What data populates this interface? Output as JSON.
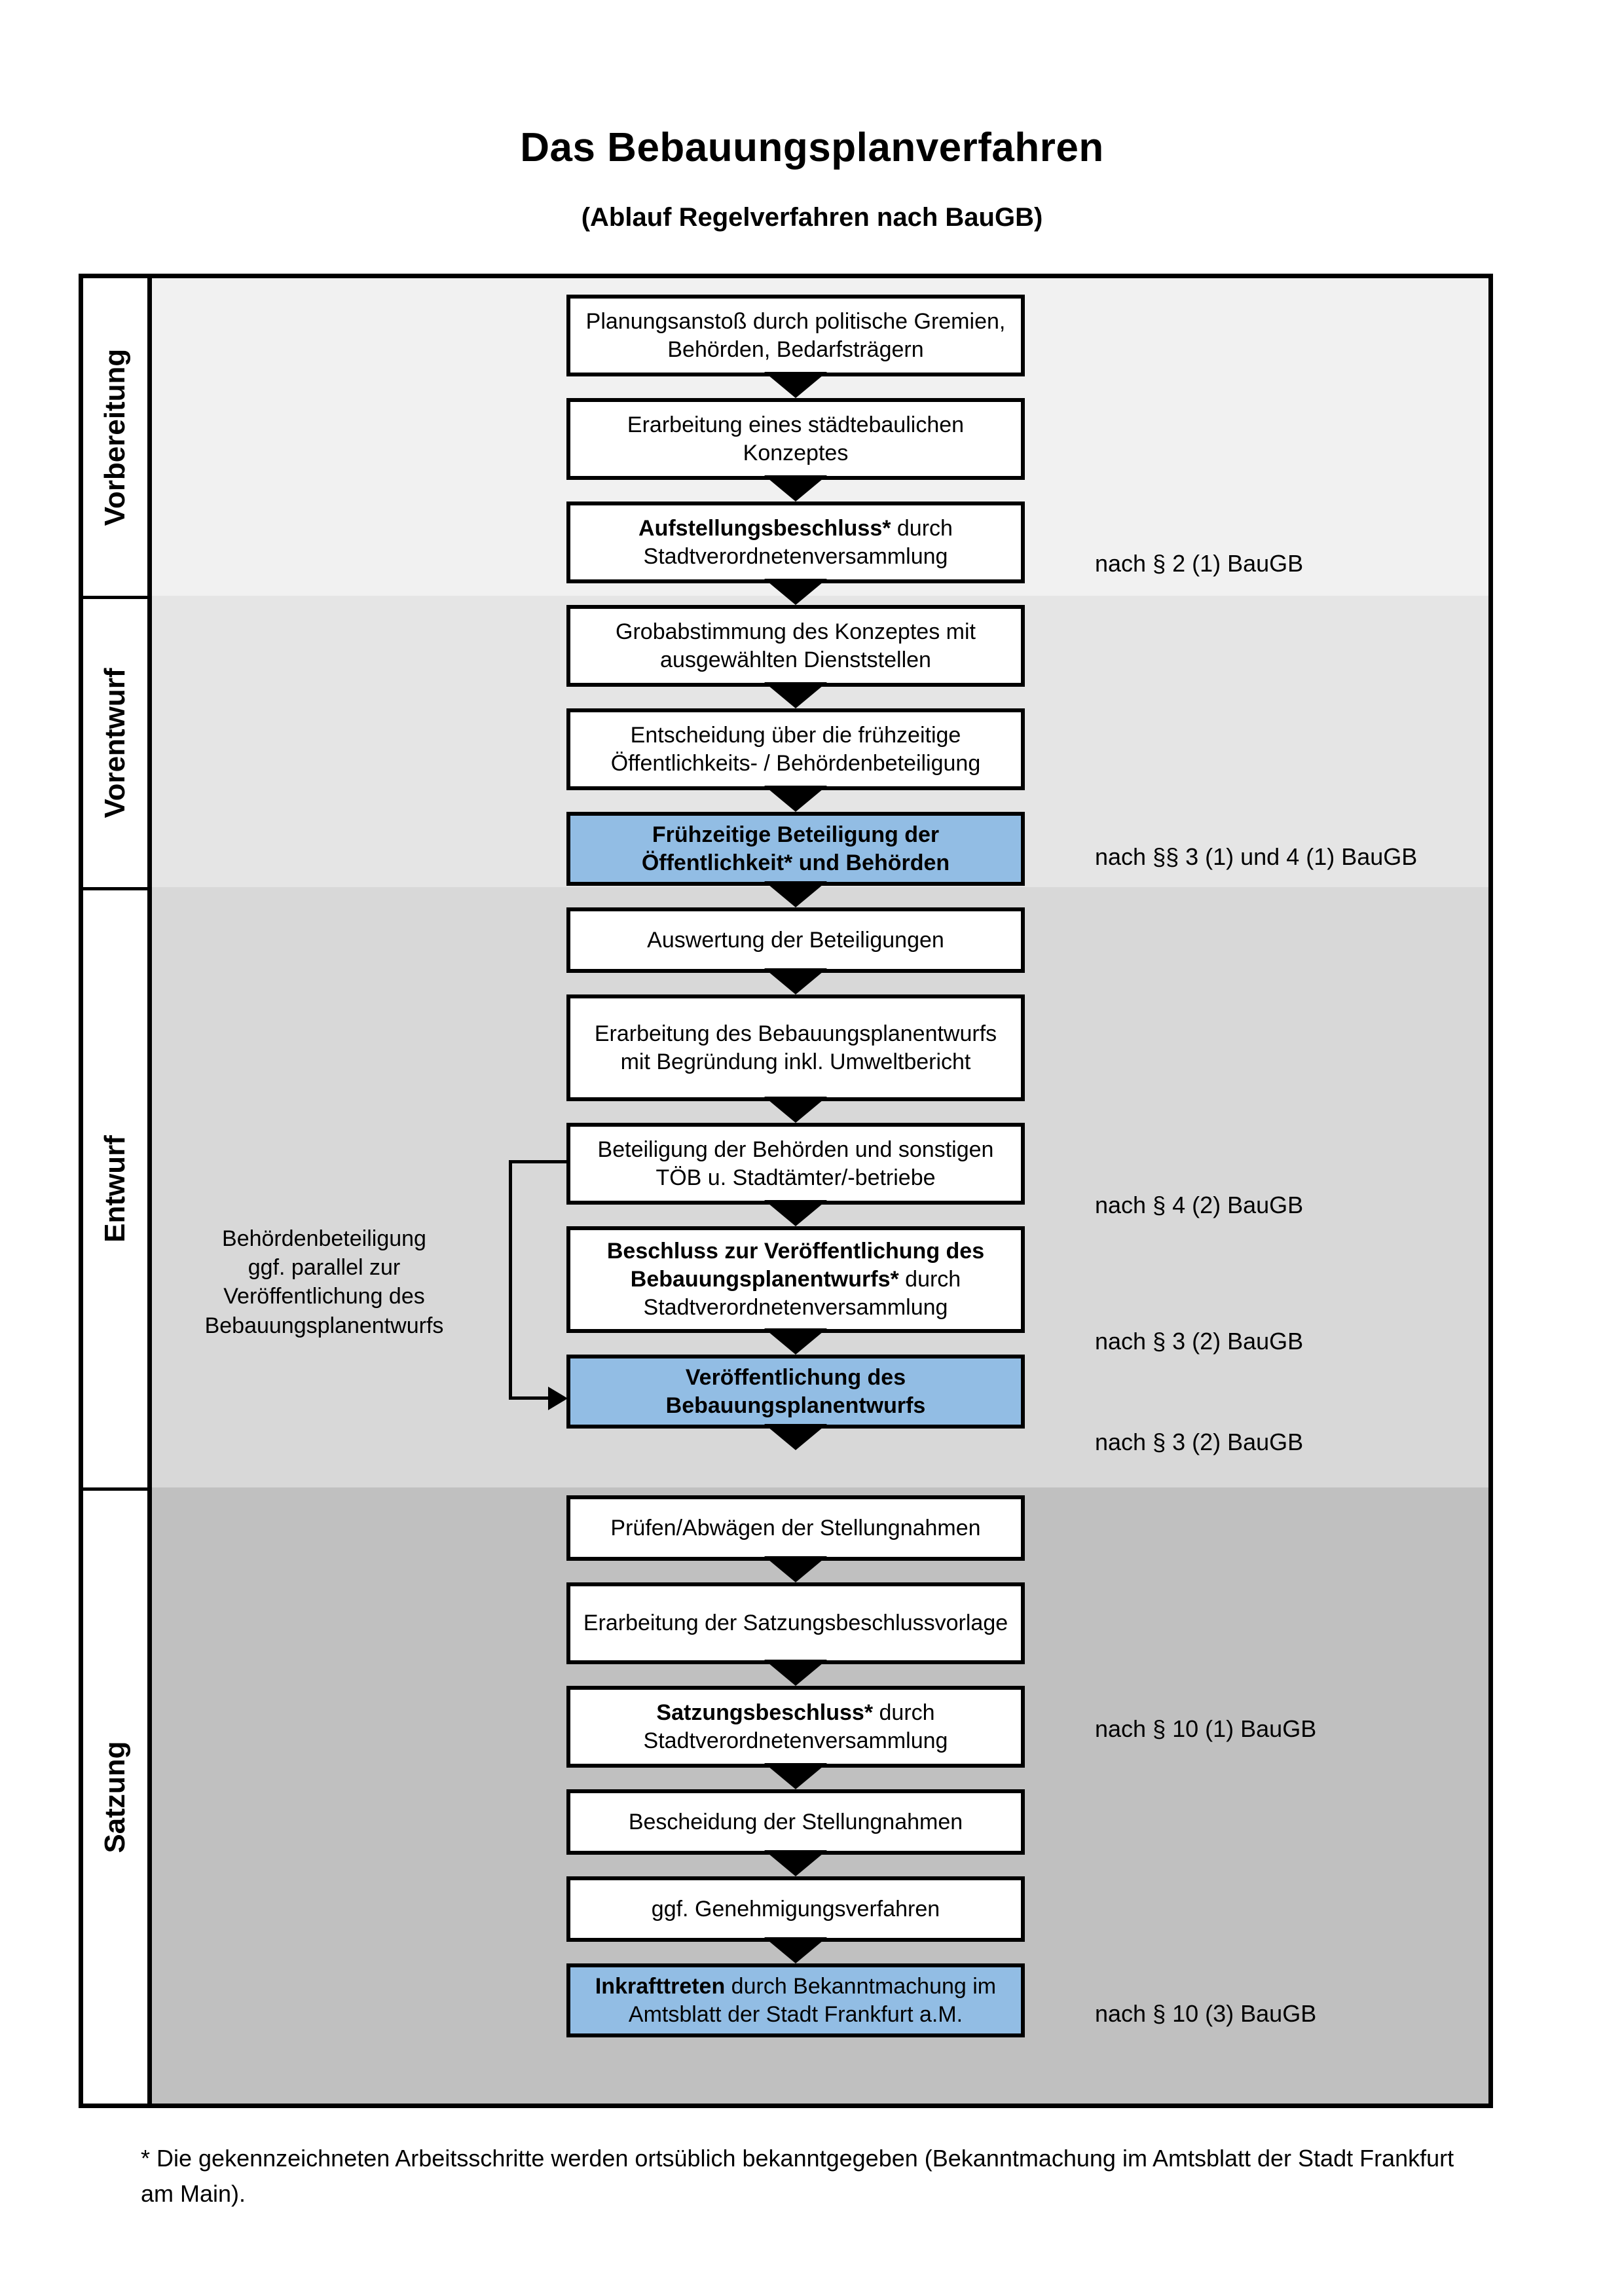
{
  "header": {
    "title": "Das Bebauungsplanverfahren",
    "subtitle": "(Ablauf Regelverfahren nach BauGB)"
  },
  "phases": [
    {
      "id": "vorbereitung",
      "label": "Vorbereitung"
    },
    {
      "id": "vorentwurf",
      "label": "Vorentwurf"
    },
    {
      "id": "entwurf",
      "label": "Entwurf"
    },
    {
      "id": "satzung",
      "label": "Satzung"
    }
  ],
  "steps": [
    {
      "id": "planungsanstoss",
      "phase": "vorbereitung",
      "bold_prefix": "",
      "text": "Planungsanstoß durch politische Gremien, Behörden, Bedarfsträgern",
      "highlight": false
    },
    {
      "id": "konzept",
      "phase": "vorbereitung",
      "bold_prefix": "",
      "text": "Erarbeitung eines städtebaulichen Konzeptes",
      "highlight": false
    },
    {
      "id": "aufstellungsbeschluss",
      "phase": "vorbereitung",
      "bold_prefix": "Aufstellungsbeschluss*",
      "text": " durch Stadtverordnetenversammlung",
      "highlight": false
    },
    {
      "id": "grobabstimmung",
      "phase": "vorentwurf",
      "bold_prefix": "",
      "text": "Grobabstimmung des Konzeptes mit ausgewählten Dienststellen",
      "highlight": false
    },
    {
      "id": "entscheidung",
      "phase": "vorentwurf",
      "bold_prefix": "",
      "text": "Entscheidung über die frühzeitige Öffentlichkeits- / Behördenbeteiligung",
      "highlight": false
    },
    {
      "id": "fruehzeitige-beteiligung",
      "phase": "vorentwurf",
      "bold_prefix": "Frühzeitige Beteiligung der Öffentlichkeit* und Behörden",
      "text": "",
      "highlight": true
    },
    {
      "id": "auswertung",
      "phase": "entwurf",
      "bold_prefix": "",
      "text": "Auswertung der Beteiligungen",
      "highlight": false
    },
    {
      "id": "erarbeitung-entwurf",
      "phase": "entwurf",
      "bold_prefix": "",
      "text": "Erarbeitung des Bebauungsplanentwurfs mit Begründung inkl. Umweltbericht",
      "highlight": false
    },
    {
      "id": "toeb-beteiligung",
      "phase": "entwurf",
      "bold_prefix": "",
      "text": "Beteiligung der Behörden und sonstigen TÖB u. Stadtämter/-betriebe",
      "highlight": false
    },
    {
      "id": "beschluss-veroeffentlichung",
      "phase": "entwurf",
      "bold_prefix": "Beschluss zur Veröffentlichung des Bebauungsplanentwurfs*",
      "text": " durch Stadtverordnetenversammlung",
      "highlight": false
    },
    {
      "id": "veroeffentlichung",
      "phase": "entwurf",
      "bold_prefix": "Veröffentlichung des Bebauungsplanentwurfs",
      "text": "",
      "highlight": true
    },
    {
      "id": "pruefen-abwaegen",
      "phase": "satzung",
      "bold_prefix": "",
      "text": "Prüfen/Abwägen der Stellungnahmen",
      "highlight": false
    },
    {
      "id": "satzungsbeschlussvorlage",
      "phase": "satzung",
      "bold_prefix": "",
      "text": "Erarbeitung der Satzungsbeschlussvorlage",
      "highlight": false
    },
    {
      "id": "satzungsbeschluss",
      "phase": "satzung",
      "bold_prefix": "Satzungsbeschluss*",
      "text": " durch Stadtverordnetenversammlung",
      "highlight": false
    },
    {
      "id": "bescheidung",
      "phase": "satzung",
      "bold_prefix": "",
      "text": "Bescheidung der Stellungnahmen",
      "highlight": false
    },
    {
      "id": "genehmigungsverfahren",
      "phase": "satzung",
      "bold_prefix": "",
      "text": "ggf. Genehmigungsverfahren",
      "highlight": false
    },
    {
      "id": "inkrafttreten",
      "phase": "satzung",
      "bold_prefix": "Inkrafttreten",
      "text": " durch Bekanntmachung im Amtsblatt der Stadt Frankfurt a.M.",
      "highlight": true
    }
  ],
  "legal_notes": [
    {
      "id": "note-par2",
      "text": "nach § 2 (1) BauGB"
    },
    {
      "id": "note-par3-4",
      "text": "nach §§ 3 (1) und 4 (1) BauGB"
    },
    {
      "id": "note-par4-2",
      "text": "nach § 4 (2) BauGB"
    },
    {
      "id": "note-par3-2a",
      "text": "nach § 3 (2) BauGB"
    },
    {
      "id": "note-par3-2b",
      "text": "nach § 3 (2) BauGB"
    },
    {
      "id": "note-par10-1",
      "text": "nach § 10 (1) BauGB"
    },
    {
      "id": "note-par10-3",
      "text": "nach § 10 (3) BauGB"
    }
  ],
  "side_annotation": {
    "id": "parallel-note",
    "text": "Behördenbeteiligung\nggf. parallel zur\nVeröffentlichung des\nBebauungsplanentwurfs"
  },
  "footnote": {
    "text": "* Die gekennzeichneten Arbeitsschritte werden ortsüblich bekanntgegeben (Bekanntmachung im Amtsblatt  der Stadt Frankfurt am Main)."
  },
  "colors": {
    "highlight": "#92bde4",
    "band_vorbereitung": "#f1f1f1",
    "band_vorentwurf": "#e5e5e5",
    "band_entwurf": "#d8d8d8",
    "band_satzung": "#c0c0c0",
    "frame": "#000000",
    "phase_strip": "#ffffff"
  }
}
